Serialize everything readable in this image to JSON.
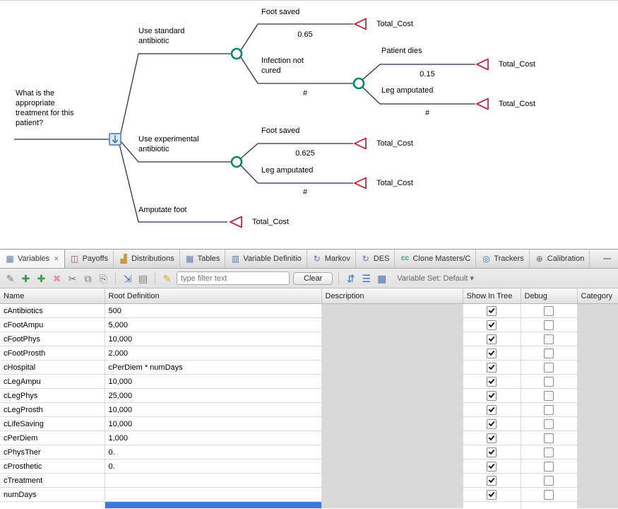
{
  "colors": {
    "chance_node_green": "#0a8a5c",
    "terminal_node_red": "#c42b3f",
    "decision_node_blue": "#4272b8",
    "tree_line": "#26324f",
    "selected_cell_blue": "#3c77d9",
    "disabled_cell_gray": "#d9d9d9"
  },
  "tree": {
    "root": {
      "question": "What is the appropriate treatment for this patient?",
      "node_type": "decision",
      "branches": [
        {
          "label": "Use standard antibiotic",
          "node_type": "chance",
          "branches": [
            {
              "label": "Foot saved",
              "probability": "0.65",
              "node_type": "terminal",
              "payoff": "Total_Cost"
            },
            {
              "label": "Infection not cured",
              "probability": "#",
              "node_type": "chance",
              "branches": [
                {
                  "label": "Patient dies",
                  "probability": "0.15",
                  "node_type": "terminal",
                  "payoff": "Total_Cost"
                },
                {
                  "label": "Leg amputated",
                  "probability": "#",
                  "node_type": "terminal",
                  "payoff": "Total_Cost"
                }
              ]
            }
          ]
        },
        {
          "label": "Use experimental antibiotic",
          "node_type": "chance",
          "branches": [
            {
              "label": "Foot saved",
              "probability": "0.625",
              "node_type": "terminal",
              "payoff": "Total_Cost"
            },
            {
              "label": "Leg amputated",
              "probability": "#",
              "node_type": "terminal",
              "payoff": "Total_Cost"
            }
          ]
        },
        {
          "label": "Amputate foot",
          "node_type": "terminal",
          "payoff": "Total_Cost"
        }
      ]
    }
  },
  "panel": {
    "tabs": [
      {
        "label": "Variables",
        "icon": "variables-icon",
        "glyph": "▦",
        "active": true,
        "closable": true
      },
      {
        "label": "Payoffs",
        "icon": "payoffs-icon",
        "glyph": "◫"
      },
      {
        "label": "Distributions",
        "icon": "distributions-icon",
        "glyph": "▟"
      },
      {
        "label": "Tables",
        "icon": "tables-icon",
        "glyph": "▦"
      },
      {
        "label": "Variable Definitio",
        "icon": "variable-definitions-icon",
        "glyph": "▥"
      },
      {
        "label": "Markov",
        "icon": "markov-icon",
        "glyph": "↻"
      },
      {
        "label": "DES",
        "icon": "des-icon",
        "glyph": "↻"
      },
      {
        "label": "Clone Masters/C",
        "icon": "clone-masters-icon",
        "glyph": "cc"
      },
      {
        "label": "Trackers",
        "icon": "trackers-icon",
        "glyph": "◎"
      },
      {
        "label": "Calibration",
        "icon": "calibration-icon",
        "glyph": "⊕"
      }
    ],
    "close_glyph": "✕",
    "minimize_glyph": "—"
  },
  "toolbar": {
    "icons": [
      {
        "name": "edit-icon",
        "glyph": "✎"
      },
      {
        "name": "add-variable-icon",
        "glyph": "✚"
      },
      {
        "name": "add-series-icon",
        "glyph": "✚"
      },
      {
        "name": "delete-icon",
        "glyph": "✖"
      },
      {
        "name": "cut-icon",
        "glyph": "✂"
      },
      {
        "name": "copy-icon",
        "glyph": "⧉"
      },
      {
        "name": "paste-icon",
        "glyph": "⎘"
      },
      {
        "name": "export-table-icon",
        "glyph": "⇲"
      },
      {
        "name": "report-icon",
        "glyph": "▤"
      },
      {
        "name": "highlight-icon",
        "glyph": "✎"
      },
      {
        "name": "sort-icon",
        "glyph": "⇵"
      },
      {
        "name": "variable-order-icon",
        "glyph": "☰"
      },
      {
        "name": "sens-sets-icon",
        "glyph": "▦"
      }
    ],
    "filter_placeholder": "type filter text",
    "clear_button": "Clear",
    "variable_set_label": "Variable Set: Default",
    "caret_glyph": "▾"
  },
  "table": {
    "columns": [
      "Name",
      "Root Definition",
      "Description",
      "Show In Tree",
      "Debug",
      "Category"
    ],
    "rows": [
      {
        "name": "cAntibiotics",
        "root_definition": "500",
        "description": "",
        "show_in_tree": true,
        "debug": false,
        "category": ""
      },
      {
        "name": "cFootAmpu",
        "root_definition": "5,000",
        "description": "",
        "show_in_tree": true,
        "debug": false,
        "category": ""
      },
      {
        "name": "cFootPhys",
        "root_definition": "10,000",
        "description": "",
        "show_in_tree": true,
        "debug": false,
        "category": ""
      },
      {
        "name": "cFootProsth",
        "root_definition": "2,000",
        "description": "",
        "show_in_tree": true,
        "debug": false,
        "category": ""
      },
      {
        "name": "cHospital",
        "root_definition": "cPerDiem * numDays",
        "description": "",
        "show_in_tree": true,
        "debug": false,
        "category": ""
      },
      {
        "name": "cLegAmpu",
        "root_definition": "10,000",
        "description": "",
        "show_in_tree": true,
        "debug": false,
        "category": ""
      },
      {
        "name": "cLegPhys",
        "root_definition": "25,000",
        "description": "",
        "show_in_tree": true,
        "debug": false,
        "category": ""
      },
      {
        "name": "cLegProsth",
        "root_definition": "10,000",
        "description": "",
        "show_in_tree": true,
        "debug": false,
        "category": ""
      },
      {
        "name": "cLifeSaving",
        "root_definition": "10,000",
        "description": "",
        "show_in_tree": true,
        "debug": false,
        "category": ""
      },
      {
        "name": "cPerDiem",
        "root_definition": "1,000",
        "description": "",
        "show_in_tree": true,
        "debug": false,
        "category": ""
      },
      {
        "name": "cPhysTher",
        "root_definition": "0.",
        "description": "",
        "show_in_tree": true,
        "debug": false,
        "category": ""
      },
      {
        "name": "cProsthetic",
        "root_definition": "0.",
        "description": "",
        "show_in_tree": true,
        "debug": false,
        "category": ""
      },
      {
        "name": "cTreatment",
        "root_definition": "",
        "description": "",
        "show_in_tree": true,
        "debug": false,
        "category": ""
      },
      {
        "name": "numDays",
        "root_definition": "",
        "description": "",
        "show_in_tree": true,
        "debug": false,
        "category": ""
      }
    ]
  }
}
